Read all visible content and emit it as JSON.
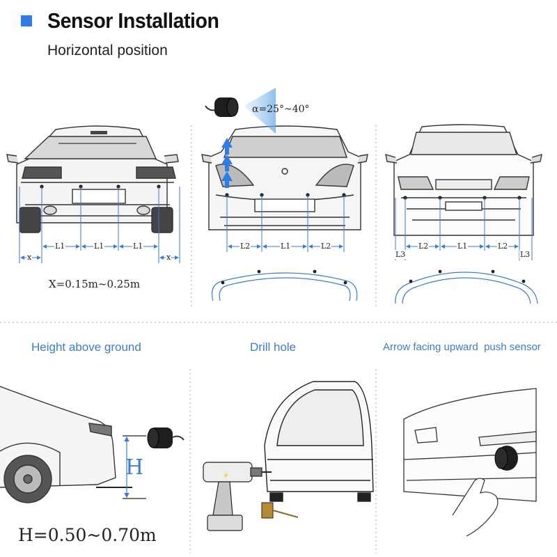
{
  "header": {
    "title": "Sensor Installation",
    "subtitle": "Horizontal position"
  },
  "colors": {
    "accent": "#2c7de6",
    "guide_blue": "#3b7bd1",
    "dot_divider": "#aaaaaa"
  },
  "panel_rear": {
    "labels": [
      "x",
      "L1",
      "L1",
      "L1",
      "x"
    ],
    "formula": "X=0.15m~0.25m"
  },
  "panel_front_sport": {
    "angle_label": "α=25°~40°",
    "labels": [
      "L2",
      "L1",
      "L2"
    ]
  },
  "panel_front_sedan": {
    "labels": [
      "L3",
      "L2",
      "L1",
      "L2",
      "L3"
    ]
  },
  "bottom": {
    "height_caption": "Height above ground",
    "drill_caption": "Drill hole",
    "push_caption": "Arrow facing upward  push sensor",
    "h_label": "H",
    "h_formula": "H=0.50~0.70m"
  }
}
